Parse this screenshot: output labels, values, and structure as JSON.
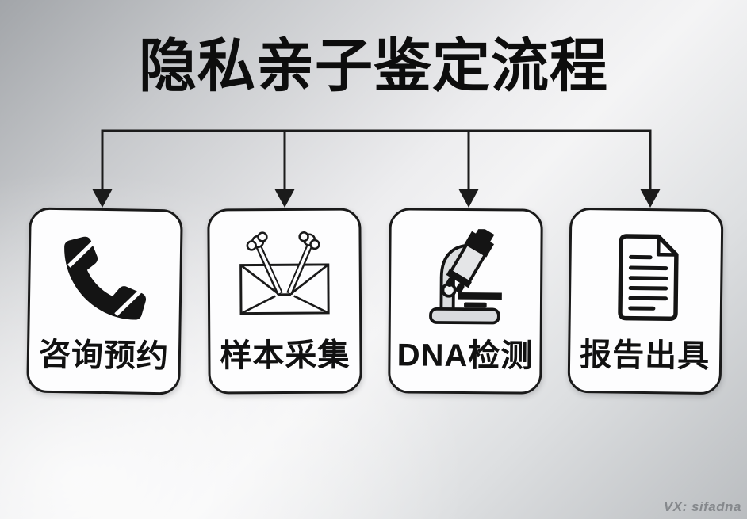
{
  "title": "隐私亲子鉴定流程",
  "watermark": "VX: sifadna",
  "steps": [
    {
      "id": "consultation",
      "label": "咨询预约",
      "icon": "phone-icon"
    },
    {
      "id": "sample-collection",
      "label": "样本采集",
      "icon": "swab-envelope-icon"
    },
    {
      "id": "dna-testing",
      "label": "DNA检测",
      "icon": "microscope-icon"
    },
    {
      "id": "report-issuance",
      "label": "报告出具",
      "icon": "report-document-icon"
    }
  ],
  "colors": {
    "ink": "#161616",
    "card_background": "#fdfdfe",
    "background_dark": "#a5a8ac",
    "background_light": "#f3f3f4",
    "watermark_gray": "#85888c"
  }
}
